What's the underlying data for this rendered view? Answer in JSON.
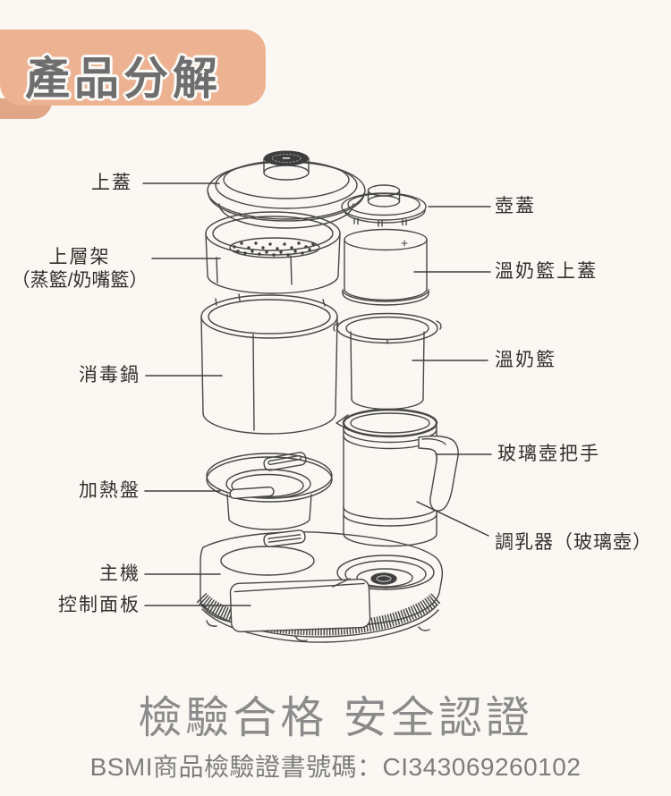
{
  "page": {
    "background": "#FBF8F4"
  },
  "header": {
    "title": "產品分解",
    "badge_color": "#EDB291",
    "badge_tail_color": "#E0A687",
    "title_color": "#6E6E6E"
  },
  "diagram": {
    "line_color": "#474747",
    "labels": {
      "top_cover": "上蓋",
      "upper_rack": "上層架",
      "upper_rack_sub": "（蒸籃/奶嘴籃）",
      "sterilizer_pot": "消毒鍋",
      "heating_plate": "加熱盤",
      "main_unit": "主機",
      "control_panel": "控制面板",
      "kettle_lid": "壺蓋",
      "milk_basket_cover": "溫奶籃上蓋",
      "milk_basket": "溫奶籃",
      "glass_kettle_handle": "玻璃壺把手",
      "milk_mixer": "調乳器（玻璃壺）"
    }
  },
  "footer": {
    "headline": "檢驗合格 安全認證",
    "headline_color": "#8B8B8B",
    "certificate": "BSMI商品檢驗證書號碼：CI343069260102"
  }
}
